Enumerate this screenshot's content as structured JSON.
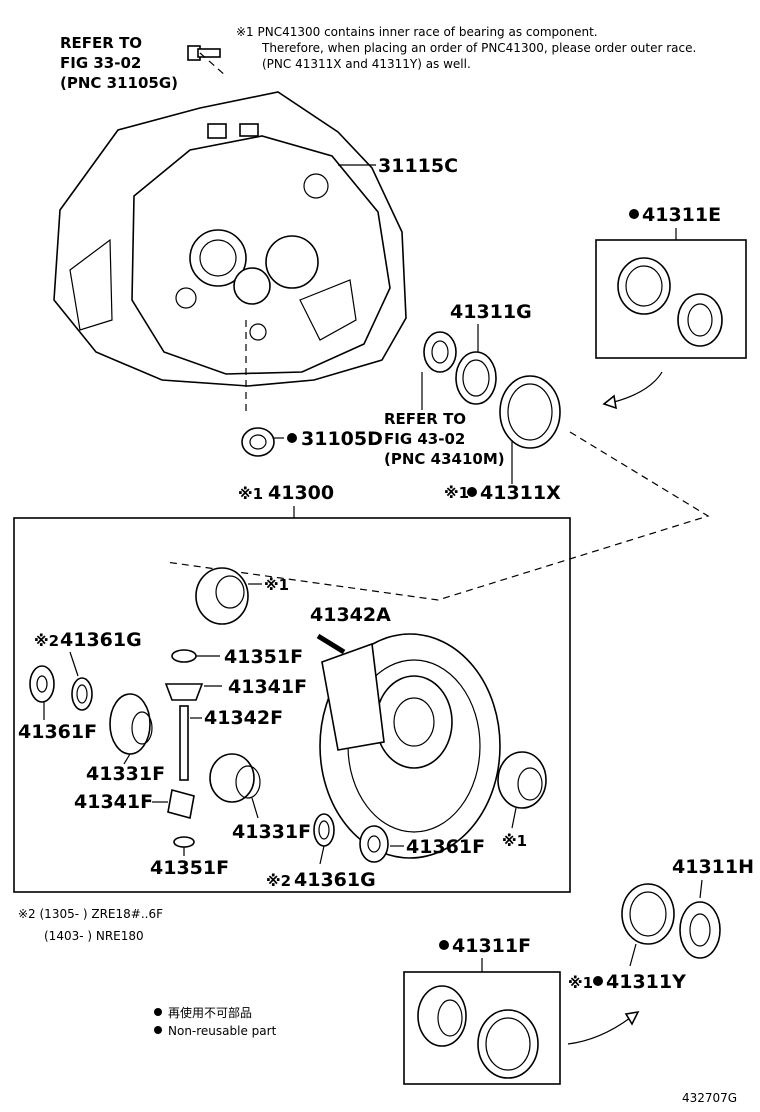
{
  "notes": {
    "note1_line1": "※1 PNC41300 contains inner race of bearing as component.",
    "note1_line2": "Therefore, when placing an order of PNC41300, please order outer race.",
    "note1_line3": "(PNC 41311X and 41311Y) as well.",
    "note2_line1": "※2 (1305-     ) ZRE18#..6F",
    "note2_line2": "(1403-     ) NRE180"
  },
  "refs": {
    "ref1_l1": "REFER TO",
    "ref1_l2": "FIG 33-02",
    "ref1_l3": "(PNC 31105G)",
    "ref2_l1": "REFER TO",
    "ref2_l2": "FIG 43-02",
    "ref2_l3": "(PNC 43410M)"
  },
  "parts": {
    "p31115C": "31115C",
    "p31105D": "31105D",
    "p41311E": "41311E",
    "p41311G": "41311G",
    "p41311X": "41311X",
    "p41300": "41300",
    "p41342A": "41342A",
    "p41361G_top": "41361G",
    "p41351F_top": "41351F",
    "p41341F_top": "41341F",
    "p41342F": "41342F",
    "p41361F_left": "41361F",
    "p41331F_left": "41331F",
    "p41341F_bot": "41341F",
    "p41331F_bot": "41331F",
    "p41351F_bot": "41351F",
    "p41361F_right": "41361F",
    "p41361G_bot": "41361G",
    "p41311H": "41311H",
    "p41311F": "41311F",
    "p41311Y": "41311Y"
  },
  "marks": {
    "x1": "※1",
    "x2": "※2"
  },
  "legend": {
    "jp": "再使用不可部品",
    "en": "Non-reusable part"
  },
  "figure_id": "432707G"
}
